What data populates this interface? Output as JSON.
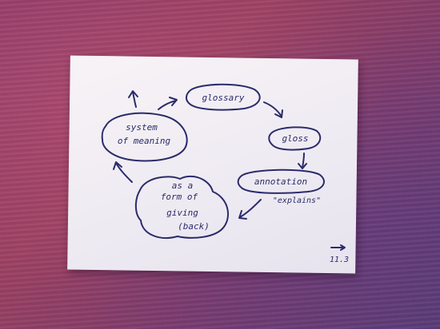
{
  "diagram": {
    "nodes": {
      "glossary": "glossary",
      "gloss": "gloss",
      "annotation": "annotation",
      "annotation_quote": "\"explains\"",
      "giving_line1": "as a",
      "giving_line2": "form of",
      "giving_line3": "giving",
      "giving_line4": "(back)",
      "system_line1": "system",
      "system_line2": "of meaning"
    },
    "page_number": "11.3",
    "ink_color": "#2a2b6b"
  }
}
